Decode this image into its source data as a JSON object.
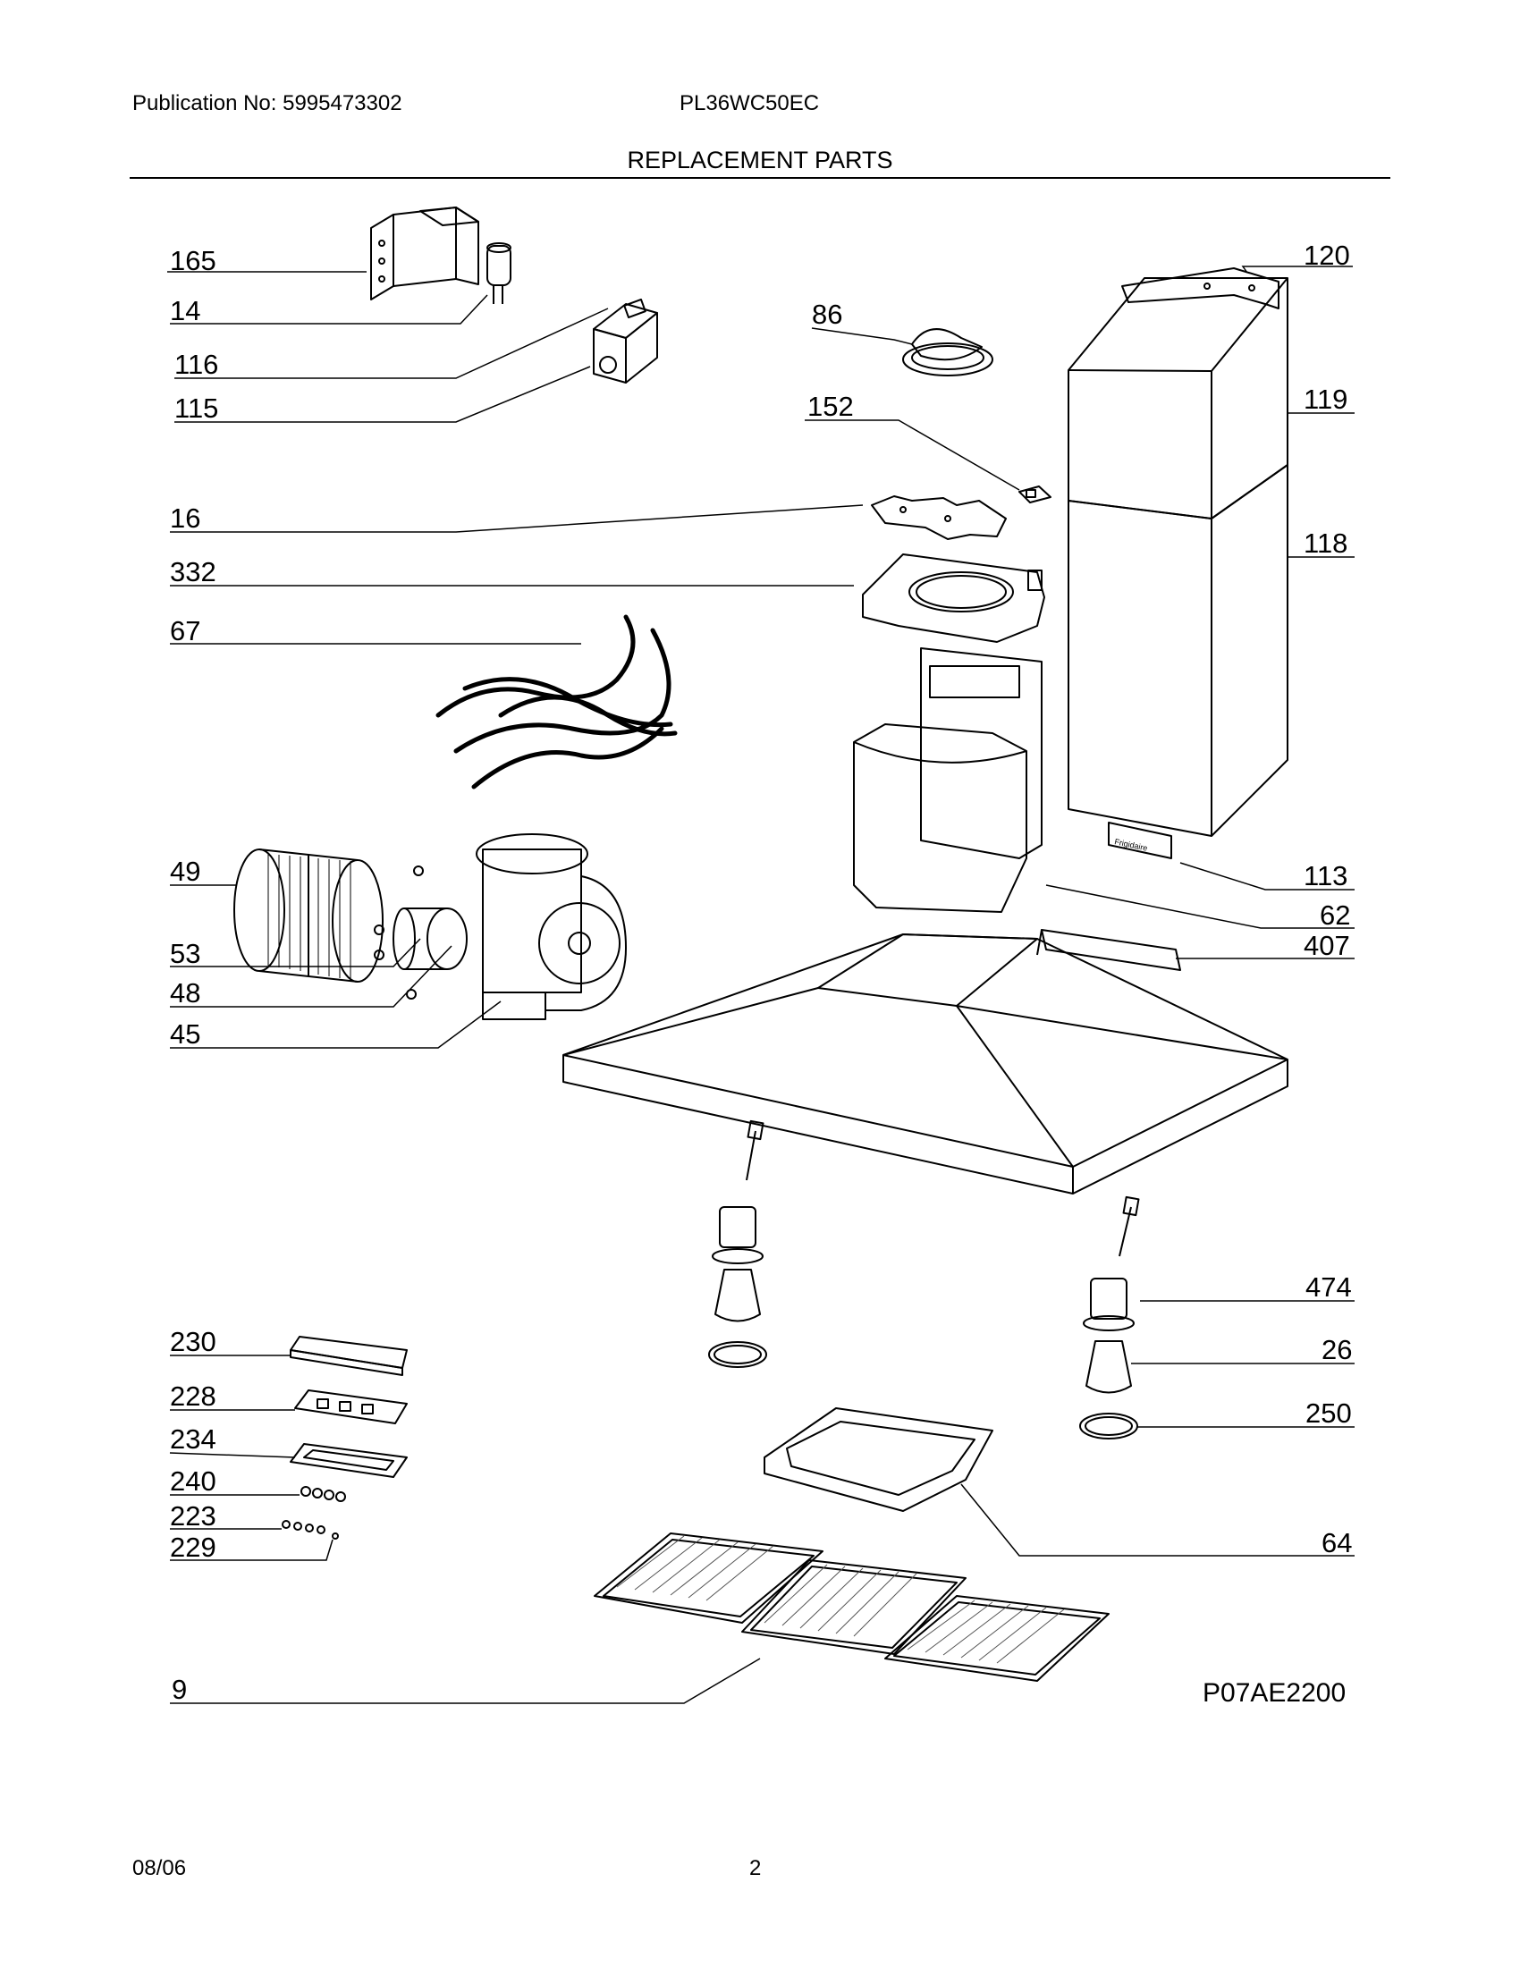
{
  "header": {
    "publication": "Publication No: 5995473302",
    "model": "PL36WC50EC",
    "title": "REPLACEMENT PARTS"
  },
  "footer": {
    "date": "08/06",
    "page": "2"
  },
  "figure_code": "P07AE2200",
  "callouts": [
    "165",
    "14",
    "116",
    "115",
    "16",
    "332",
    "67",
    "49",
    "53",
    "48",
    "45",
    "230",
    "228",
    "234",
    "240",
    "223",
    "229",
    "9",
    "86",
    "152",
    "120",
    "119",
    "118",
    "113",
    "62",
    "407",
    "474",
    "26",
    "250",
    "64"
  ],
  "part_badge": "Frigidaire"
}
